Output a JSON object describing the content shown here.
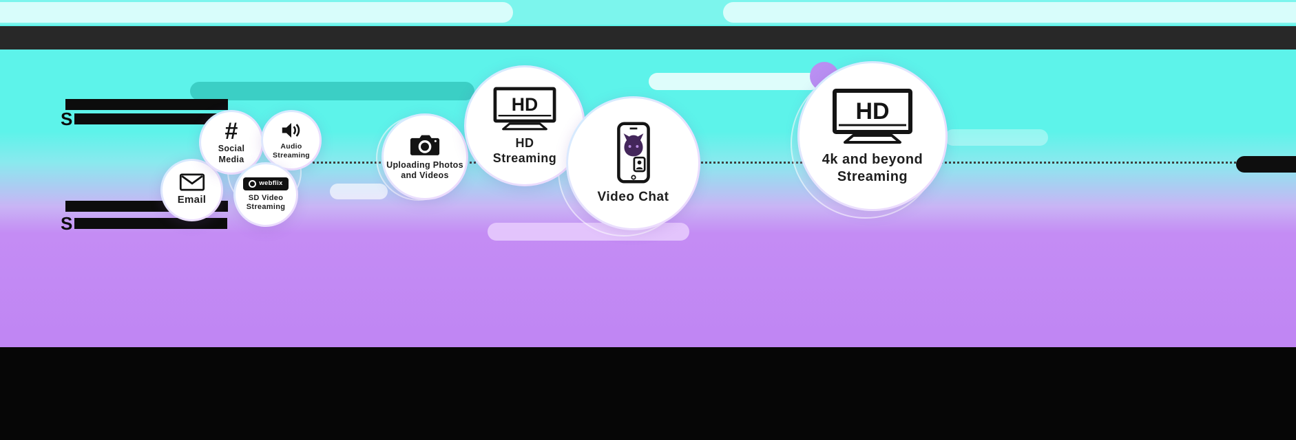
{
  "colors": {
    "background_cyan": "#5df3ea",
    "background_purple": "#bc80f2",
    "header_bar": "#282828",
    "footer_bar": "#060606",
    "teal_pill": "#3bcfc5",
    "pale_cyan_pill": "#d8fdfb",
    "lavender_pill": "#e5c7fc",
    "bubble_fill": "#ffffff",
    "icon_ink": "#141414"
  },
  "speed_scale": {
    "top_visible_text": "S",
    "bottom_visible_text": "S"
  },
  "bubbles": [
    {
      "id": "email",
      "label": "Email"
    },
    {
      "id": "social-media",
      "icon_glyph": "#",
      "line1": "Social",
      "line2": "Media"
    },
    {
      "id": "audio-streaming",
      "line1": "Audio",
      "line2": "Streaming"
    },
    {
      "id": "sd-video-streaming",
      "logo": "webflix",
      "line1": "SD Video",
      "line2": "Streaming"
    },
    {
      "id": "uploading-photos-and-videos",
      "line1": "Uploading Photos",
      "line2": "and Videos"
    },
    {
      "id": "hd-streaming",
      "tv_label": "HD",
      "line1": "HD",
      "line2": "Streaming"
    },
    {
      "id": "video-chat",
      "label": "Video Chat"
    },
    {
      "id": "4k-and-beyond-streaming",
      "tv_label": "HD",
      "line1": "4k and beyond",
      "line2": "Streaming"
    }
  ]
}
